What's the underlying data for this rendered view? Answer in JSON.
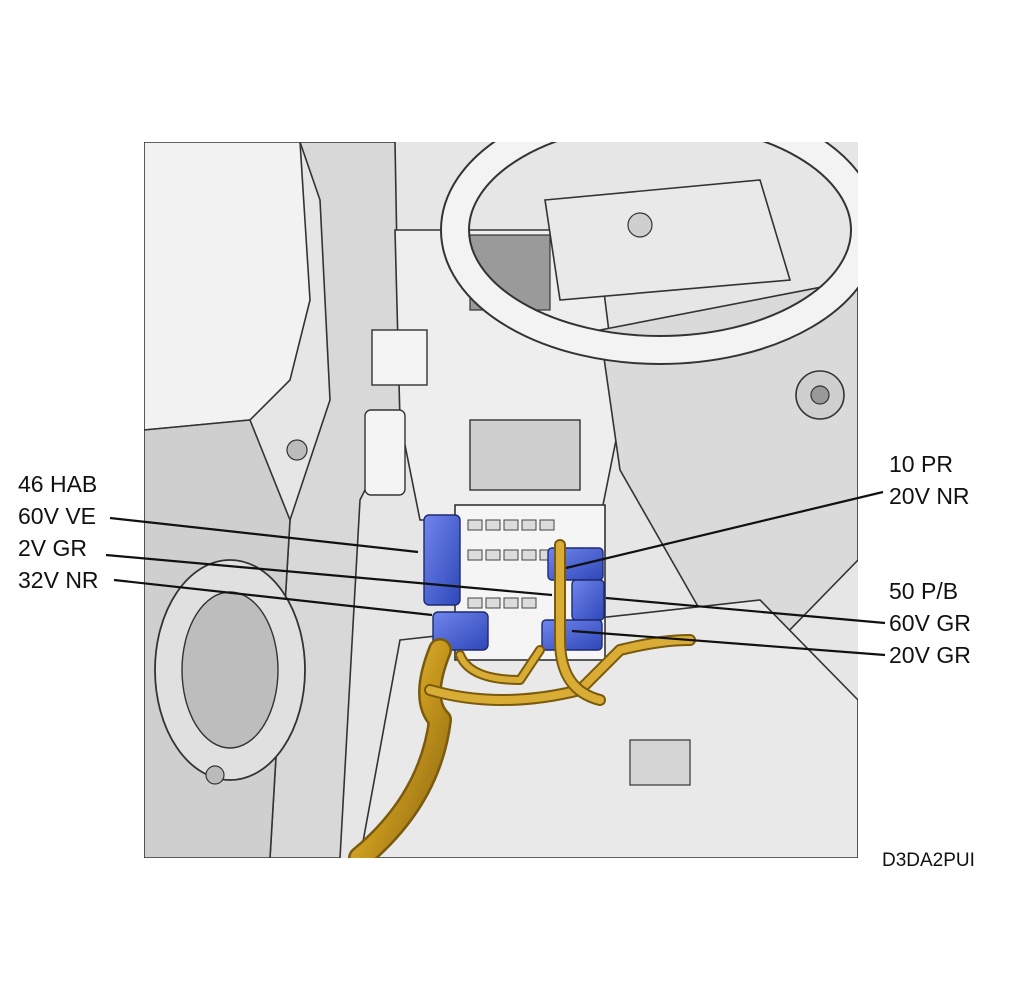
{
  "callouts": {
    "left": [
      "46 HAB",
      "60V VE",
      "2V GR",
      "32V NR"
    ],
    "right_top": [
      "10 PR",
      "20V NR"
    ],
    "right_bottom": [
      "50 P/B",
      "60V GR",
      "20V GR"
    ]
  },
  "reference_code": "D3DA2PUI",
  "colors": {
    "background": "#ffffff",
    "vehicle_body": "#e3e3e3",
    "connector_blue": "#3f5cd6",
    "harness_gold": "#c99a1e",
    "line": "#111111"
  }
}
